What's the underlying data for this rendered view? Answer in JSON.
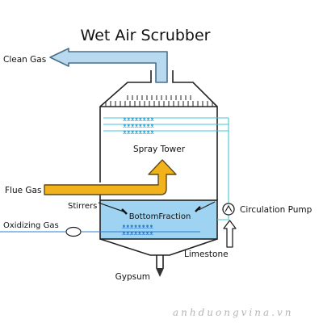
{
  "title": "Wet Air Scrubber",
  "labels": {
    "clean_gas": "Clean Gas",
    "spray_tower": "Spray Tower",
    "flue_gas": "Flue Gas",
    "stirrers": "Stirrers",
    "bottom_fraction": "BottomFraction",
    "circulation_pump": "Circulation Pump",
    "oxidizing_gas": "Oxidizing Gas",
    "limestone": "Limestone",
    "gypsum": "Gypsum"
  },
  "watermark": "anhduongvina.vn",
  "colors": {
    "outline": "#222222",
    "clean_gas_fill": "#b8d9ee",
    "clean_gas_stroke": "#4a6f8a",
    "flue_gas_fill": "#f2b21b",
    "flue_gas_stroke": "#5b4a1a",
    "pipe": "#45c6d6",
    "slurry": "#9fd3f2",
    "oxidizing_line": "#2f7fcf",
    "spray": "#3aa9d8"
  }
}
